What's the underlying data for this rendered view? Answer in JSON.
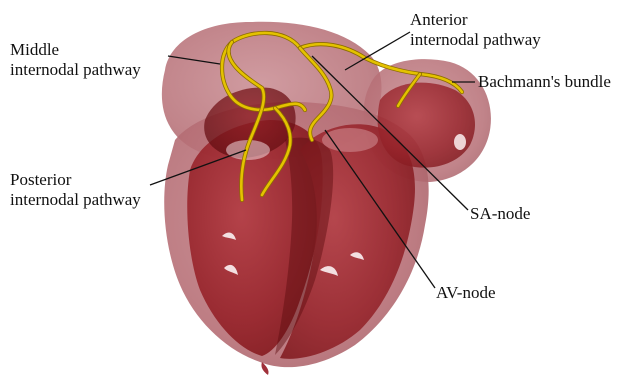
{
  "colors": {
    "outer_tissue": "#b9737a",
    "inner_tissue": "#9e2a30",
    "deep_tissue": "#7e1419",
    "highlight": "#f1d9dc",
    "pathway": "#e4c200",
    "pathway_edge": "#8d6c00",
    "leader_line": "#111111"
  },
  "labels": {
    "middle": {
      "line1": "Middle",
      "line2": "internodal pathway"
    },
    "anterior": {
      "line1": "Anterior",
      "line2": "internodal pathway"
    },
    "bachmann": "Bachmann's bundle",
    "posterior": {
      "line1": "Posterior",
      "line2": "internodal pathway"
    },
    "sa_node": "SA-node",
    "av_node": "AV-node"
  }
}
